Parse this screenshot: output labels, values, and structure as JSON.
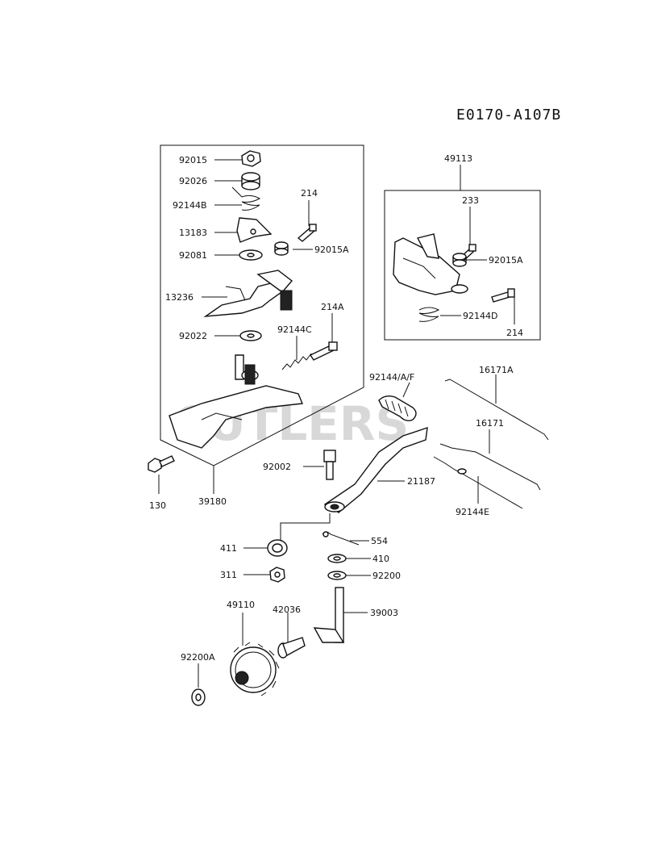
{
  "diagram": {
    "code": "E0170-A107B",
    "watermark": "CUTLERS",
    "labels": {
      "p92015": "92015",
      "p92026": "92026",
      "p92144B": "92144B",
      "p13183": "13183",
      "p92081": "92081",
      "p13236": "13236",
      "p92022": "92022",
      "p214_left": "214",
      "p92015A_left": "92015A",
      "p214A": "214A",
      "p92144C": "92144C",
      "p130": "130",
      "p39180": "39180",
      "p49113": "49113",
      "p233": "233",
      "p92015A_right": "92015A",
      "p92144D": "92144D",
      "p214_right": "214",
      "p92144AF": "92144/A/F",
      "p16171A": "16171A",
      "p16171": "16171",
      "p92144E": "92144E",
      "p92002": "92002",
      "p21187": "21187",
      "p411": "411",
      "p554": "554",
      "p410": "410",
      "p311": "311",
      "p92200": "92200",
      "p49110": "49110",
      "p42036": "42036",
      "p39003": "39003",
      "p92200A": "92200A"
    }
  }
}
